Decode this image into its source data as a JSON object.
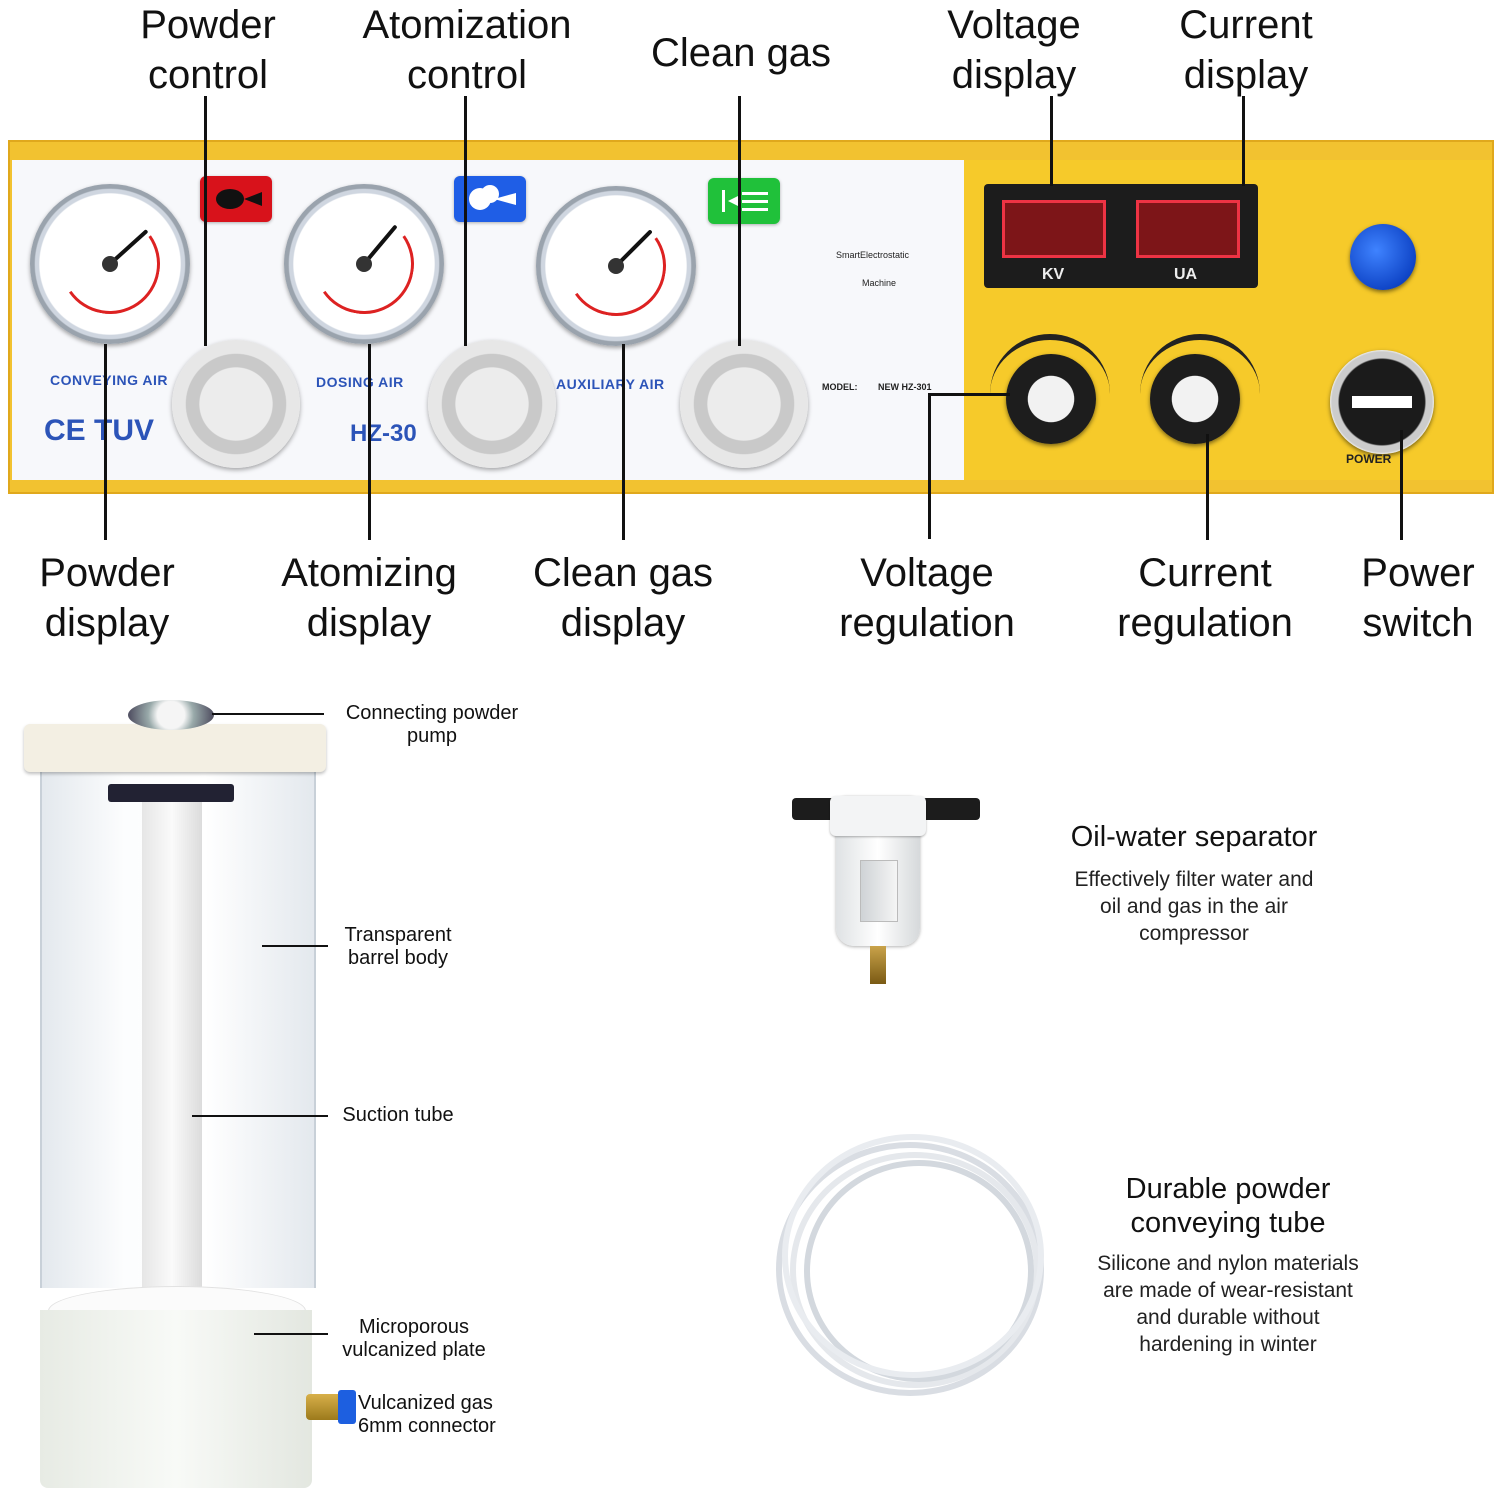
{
  "top_labels": {
    "powder_control": [
      "Powder",
      "control"
    ],
    "atomization_control": [
      "Atomization",
      "control"
    ],
    "clean_gas": [
      "Clean gas"
    ],
    "voltage_display": [
      "Voltage",
      "display"
    ],
    "current_display": [
      "Current",
      "display"
    ]
  },
  "bottom_labels": {
    "powder_display": [
      "Powder",
      "display"
    ],
    "atomizing_display": [
      "Atomizing",
      "display"
    ],
    "clean_gas_display": [
      "Clean gas",
      "display"
    ],
    "voltage_regulation": [
      "Voltage",
      "regulation"
    ],
    "current_regulation": [
      "Current",
      "regulation"
    ],
    "power_switch": [
      "Power",
      "switch"
    ]
  },
  "panel": {
    "conveying_air": "CONVEYING AIR",
    "dosing_air": "DOSING AIR",
    "auxiliary_air": "AUXILIARY AIR",
    "cert": "CE TUV",
    "model_short": "HZ-30",
    "brand_line1": "SmartElectrostatic",
    "brand_line2": "Machine",
    "model_label": "MODEL:",
    "model_value": "NEW HZ-301",
    "kv": "KV",
    "ua": "UA",
    "power": "POWER",
    "colors": {
      "panel_yellow": "#f2c230",
      "air_label_blue": "#2c54b8",
      "red_icon": "#d8121b",
      "blue_icon": "#1f5ee6",
      "green_icon": "#20c13a"
    }
  },
  "barrel": {
    "connecting_pump": [
      "Connecting powder",
      "pump"
    ],
    "transparent_body": [
      "Transparent",
      "barrel body"
    ],
    "suction_tube": [
      "Suction tube"
    ],
    "microporous_plate": [
      "Microporous",
      "vulcanized plate"
    ],
    "gas_connector": [
      "Vulcanized gas",
      "6mm connector"
    ]
  },
  "separator": {
    "title": "Oil-water separator",
    "desc": [
      "Effectively filter water and",
      "oil and gas in the air",
      "compressor"
    ]
  },
  "tube": {
    "title": [
      "Durable powder",
      "conveying tube"
    ],
    "desc": [
      "Silicone and nylon materials",
      "are made of wear-resistant",
      "and durable without",
      "hardening in winter"
    ]
  }
}
